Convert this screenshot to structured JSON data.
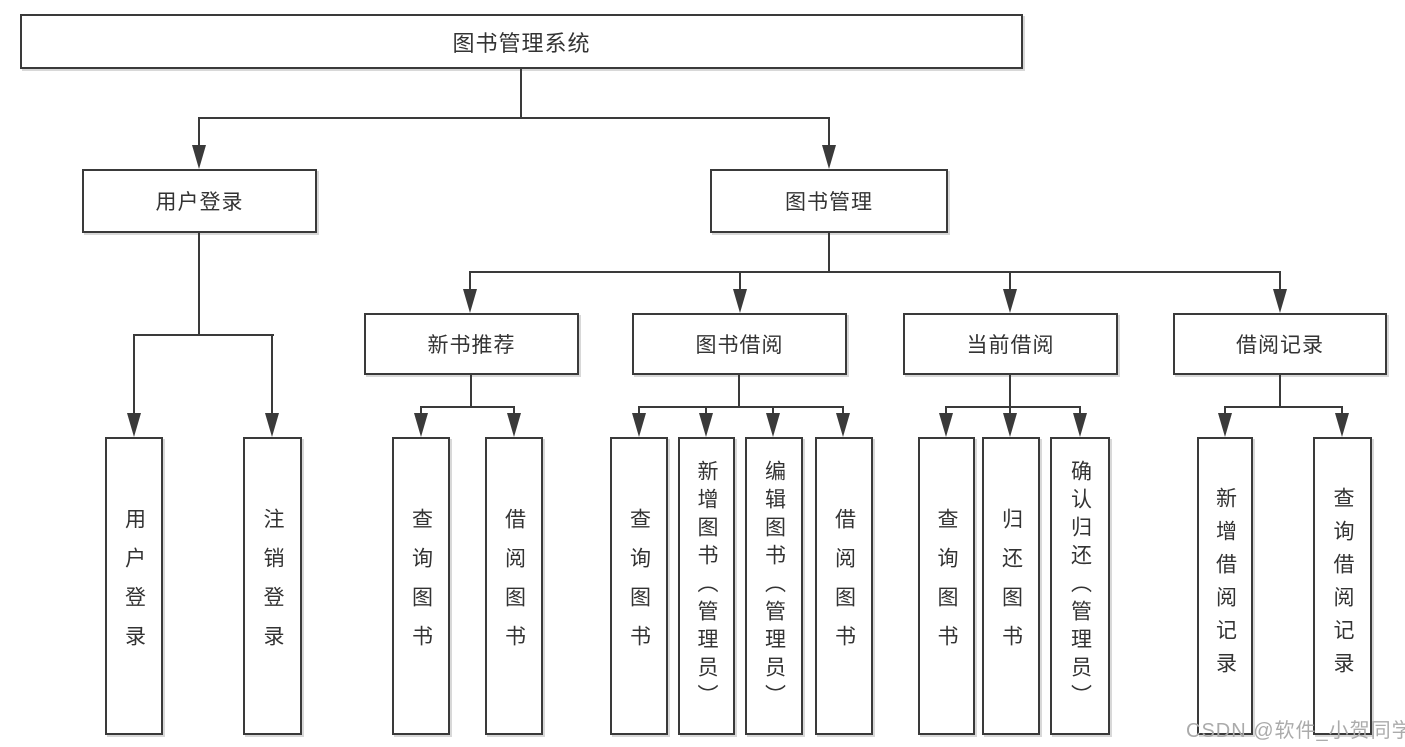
{
  "diagram": {
    "title": "图书管理系统",
    "user": {
      "label": "用户登录",
      "children": [
        "用户登录",
        "注销登录"
      ]
    },
    "book": {
      "label": "图书管理",
      "sections": [
        {
          "label": "新书推荐",
          "children": [
            "查询图书",
            "借阅图书"
          ]
        },
        {
          "label": "图书借阅",
          "children": [
            "查询图书",
            "新增图书（管理员）",
            "编辑图书（管理员）",
            "借阅图书"
          ]
        },
        {
          "label": "当前借阅",
          "children": [
            "查询图书",
            "归还图书",
            "确认归还（管理员）"
          ]
        },
        {
          "label": "借阅记录",
          "children": [
            "新增借阅记录",
            "查询借阅记录"
          ]
        }
      ]
    },
    "watermark": "CSDN @软件_小贺同学",
    "colors": {
      "line": "#3a3a3a",
      "text": "#333333",
      "watermark": "#ababab",
      "background": "#ffffff"
    }
  }
}
